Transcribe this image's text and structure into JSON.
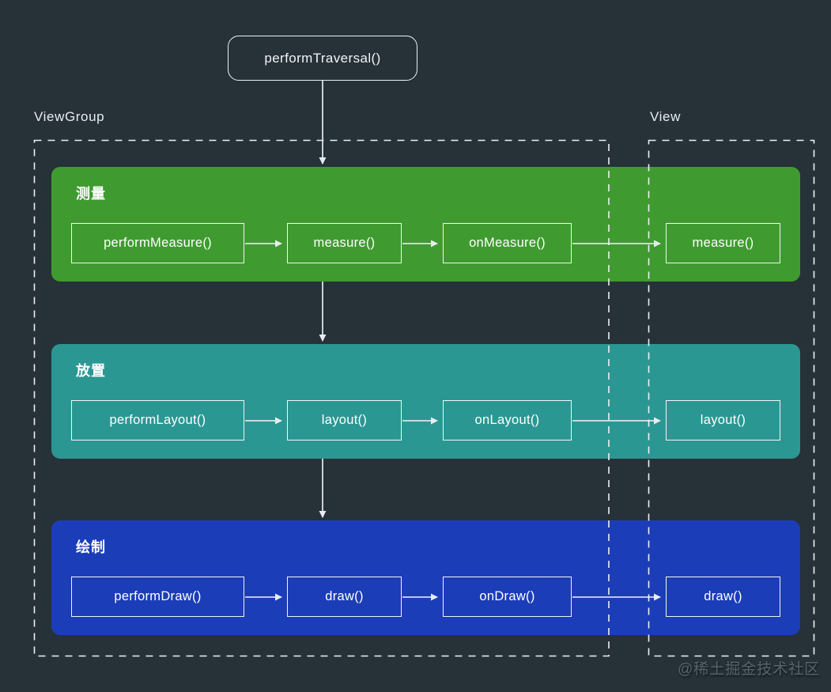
{
  "page": {
    "background_color": "#263138",
    "line_color": "#e8ecef",
    "watermark": "@稀土掘金技术社区"
  },
  "root_node": {
    "label": "performTraversal()"
  },
  "containers": {
    "viewgroup": {
      "label": "ViewGroup"
    },
    "view": {
      "label": "View"
    }
  },
  "phases": [
    {
      "id": "measure",
      "label": "测量",
      "color": "#3f9b30",
      "viewgroup_nodes": [
        "performMeasure()",
        "measure()",
        "onMeasure()"
      ],
      "view_node": "measure()"
    },
    {
      "id": "layout",
      "label": "放置",
      "color": "#2b9793",
      "viewgroup_nodes": [
        "performLayout()",
        "layout()",
        "onLayout()"
      ],
      "view_node": "layout()"
    },
    {
      "id": "draw",
      "label": "绘制",
      "color": "#1c3db8",
      "viewgroup_nodes": [
        "performDraw()",
        "draw()",
        "onDraw()"
      ],
      "view_node": "draw()"
    }
  ]
}
